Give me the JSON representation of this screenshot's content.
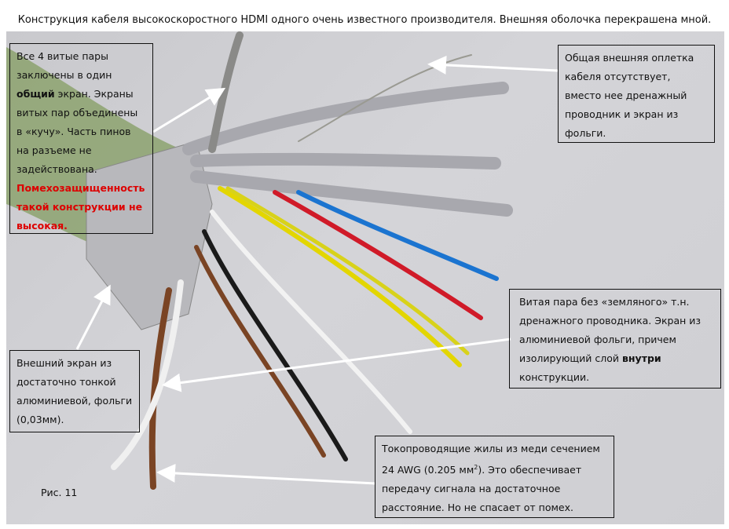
{
  "title": "Конструкция кабеля высокоскоростного HDMI одного очень известного производителя. Внешняя оболочка перекрашена мной.",
  "callouts": {
    "common_shield": {
      "p1": "Все 4 витые пары заключены в один ",
      "bold": "общий",
      "p2": " экран. Экраны витых пар объединены в «кучу». Часть пинов на разъеме не задействована. ",
      "warning": "Помехозащищенность такой конструкции не высокая."
    },
    "outer_braid": {
      "text": "Общая внешняя оплетка кабеля отсутствует, вместо нее дренажный проводник и экран из фольги."
    },
    "twisted_pair": {
      "p1": "Витая пара без «земляного» т.н. дренажного проводника. Экран из алюминиевой фольги, причем изолирующий слой ",
      "bold": "внутри",
      "p2": " конструкции."
    },
    "outer_screen": {
      "text": "Внешний экран из достаточно тонкой алюминиевой, фольги (0,03мм)."
    },
    "conductors": {
      "p1": "Токопроводящие жилы из меди сечением 24 AWG (0.205 мм",
      "sup": "2",
      "p2": "). Это обеспечивает передачу сигнала на достаточное расстояние. Но не спасает от помех."
    }
  },
  "figure_label": "Рис. 11"
}
